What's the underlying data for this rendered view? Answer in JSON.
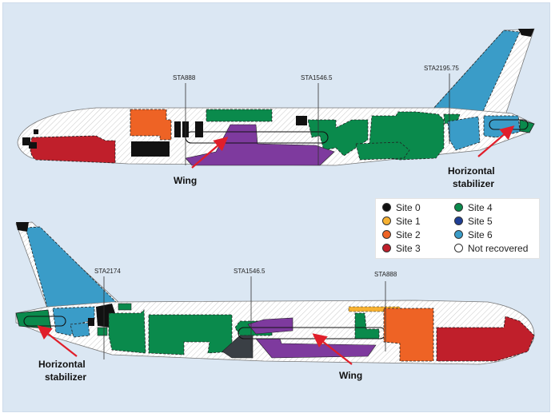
{
  "colors": {
    "site0": "#111111",
    "site1": "#f6b132",
    "site2": "#ee6325",
    "site3": "#c01f2b",
    "site4": "#0a8a4c",
    "site5": "#1f3f95",
    "site6": "#3a9cc8",
    "not_recovered": "#ffffff",
    "wing": "#7e3a9e",
    "arrow": "#e01e2a",
    "background": "#dbe7f3"
  },
  "upper": {
    "stations": [
      "STA888",
      "STA1546.5",
      "STA2195.75"
    ],
    "callouts": {
      "wing": "Wing",
      "stabilizer_1": "Horizontal",
      "stabilizer_2": "stabilizer"
    }
  },
  "lower": {
    "stations": [
      "STA2174",
      "STA1546.5",
      "STA888"
    ],
    "callouts": {
      "wing": "Wing",
      "stabilizer_1": "Horizontal",
      "stabilizer_2": "stabilizer"
    }
  },
  "legend": [
    {
      "label": "Site 0",
      "color": "#111111"
    },
    {
      "label": "Site 1",
      "color": "#f6b132"
    },
    {
      "label": "Site 2",
      "color": "#ee6325"
    },
    {
      "label": "Site 3",
      "color": "#c01f2b"
    },
    {
      "label": "Site 4",
      "color": "#0a8a4c"
    },
    {
      "label": "Site 5",
      "color": "#1f3f95"
    },
    {
      "label": "Site 6",
      "color": "#3a9cc8"
    },
    {
      "label": "Not recovered",
      "color": "#ffffff"
    }
  ]
}
